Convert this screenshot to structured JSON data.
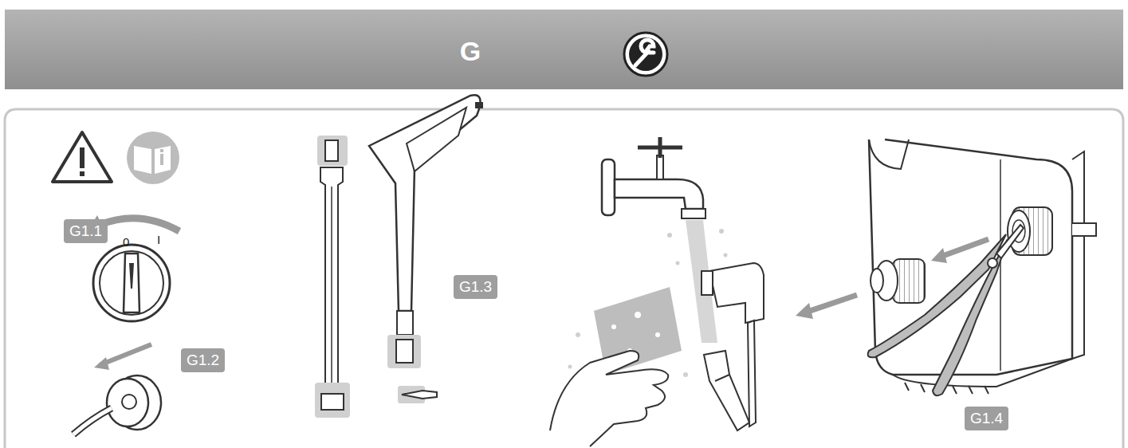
{
  "diagram": {
    "title": "G",
    "nodes": [
      {
        "text": [
          "G1.1"
        ]
      },
      {
        "text": [
          "G1.2"
        ]
      },
      {
        "text": [
          "G1.3"
        ]
      },
      {
        "text": [
          "G1.4"
        ]
      }
    ],
    "labels": [
      "0",
      "I"
    ]
  }
}
